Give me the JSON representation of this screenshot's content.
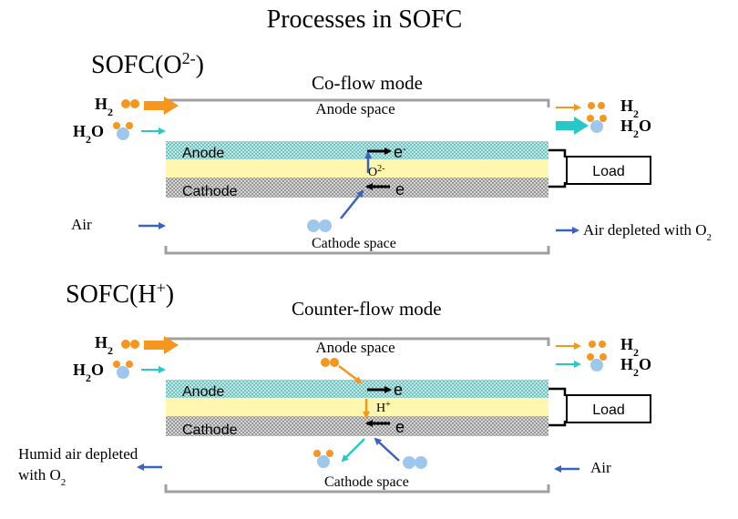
{
  "title": "Processes in SOFC",
  "colors": {
    "h2_orange": "#f5961e",
    "h2o_cyan": "#28c8c8",
    "air_blue": "#3a62c0",
    "electron_black": "#000000",
    "anode_fill": "#8fd3d0",
    "electrolyte_fill": "#fff7b0",
    "cathode_fill": "#b0b0b0",
    "molecule_blue": "#9ec7ee",
    "frame_gray": "#a0a0a0"
  },
  "sofc_o2": {
    "heading": "SOFC(O",
    "heading_sup": "2-",
    "heading_close": ")",
    "mode": "Co-flow mode",
    "anode_space": "Anode space",
    "cathode_space": "Cathode space",
    "anode": "Anode",
    "cathode": "Cathode",
    "inlet_h2": "H",
    "inlet_h2_sub": "2",
    "inlet_h2o": "H",
    "inlet_h2o_sub": "2",
    "inlet_h2o_o": "O",
    "inlet_air": "Air",
    "outlet_h2": "H",
    "outlet_h2_sub": "2",
    "outlet_h2o": "H",
    "outlet_h2o_sub": "2",
    "outlet_h2o_o": "O",
    "outlet_air": "Air depleted with O",
    "outlet_air_sub": "2",
    "ion": "O",
    "ion_sup": "2-",
    "electron_top": "e",
    "electron_top_sup": "-",
    "electron_bottom": "e",
    "load": "Load"
  },
  "sofc_h": {
    "heading": "SOFC(H",
    "heading_sup": "+",
    "heading_close": ")",
    "mode": "Counter-flow mode",
    "anode_space": "Anode space",
    "cathode_space": "Cathode space",
    "anode": "Anode",
    "cathode": "Cathode",
    "inlet_h2": "H",
    "inlet_h2_sub": "2",
    "inlet_h2o": "H",
    "inlet_h2o_sub": "2",
    "inlet_h2o_o": "O",
    "outlet_humid_air_line1": "Humid air depleted",
    "outlet_humid_air_line2": "with O",
    "outlet_humid_air_sub": "2",
    "outlet_h2": "H",
    "outlet_h2_sub": "2",
    "outlet_h2o": "H",
    "outlet_h2o_sub": "2",
    "outlet_h2o_o": "O",
    "inlet_air": "Air",
    "ion": "H",
    "ion_sup": "+",
    "electron_top": "e",
    "electron_bottom": "e",
    "load": "Load"
  }
}
